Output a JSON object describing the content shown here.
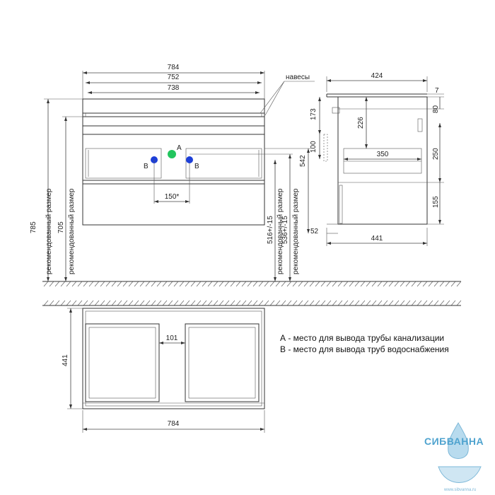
{
  "front_view": {
    "width_overall": "784",
    "width_top": "752",
    "width_inner": "738",
    "hinges_label": "навесы",
    "height_total": "785",
    "height_total_note": "рекомендованный размер",
    "height_705": "705",
    "height_705_note": "рекомендованный размер",
    "height_542": "542",
    "height_516": "516+/-15",
    "height_516_note": "рекомендованный размер",
    "height_536": "536+/-15",
    "height_536_note": "рекомендованный размер",
    "pipes_spacing": "150*",
    "point_a": "A",
    "point_b_left": "B",
    "point_b_right": "B",
    "color_a": "#22c55e",
    "color_b": "#1d3fd8"
  },
  "side_view": {
    "depth_top": "424",
    "thickness_7": "7",
    "dim_173": "173",
    "dim_226": "226",
    "dim_80": "80",
    "dim_100": "100",
    "dim_350": "350",
    "dim_250": "250",
    "dim_155": "155",
    "dim_52": "52",
    "depth_441": "441"
  },
  "top_view": {
    "depth_441": "441",
    "gap_101": "101",
    "width_784": "784"
  },
  "legend": {
    "line_a": "А - место для вывода трубы канализации",
    "line_b": "В - место для вывода труб водоснабжения"
  },
  "watermark": {
    "brand": "СИБВАННА",
    "site": "www.sibvanna.ru",
    "color": "#4fa3cf"
  }
}
